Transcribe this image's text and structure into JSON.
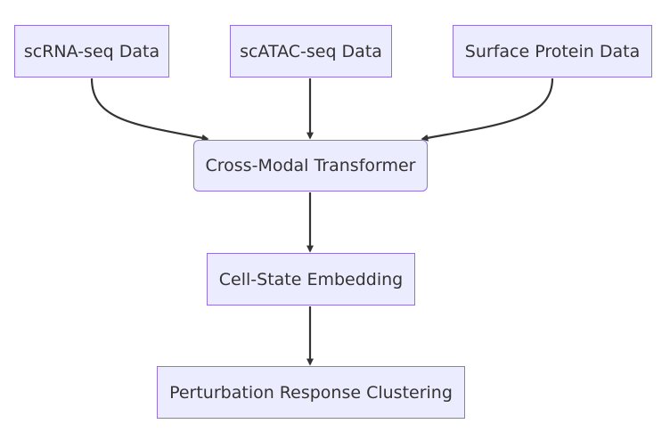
{
  "nodes": {
    "scrna": "scRNA-seq Data",
    "scatac": "scATAC-seq Data",
    "surface": "Surface Protein Data",
    "cross_modal": "Cross-Modal Transformer",
    "cell_state": "Cell-State Embedding",
    "perturbation": "Perturbation Response Clustering"
  },
  "edges": [
    {
      "from": "scrna",
      "to": "cross_modal"
    },
    {
      "from": "scatac",
      "to": "cross_modal"
    },
    {
      "from": "surface",
      "to": "cross_modal"
    },
    {
      "from": "cross_modal",
      "to": "cell_state"
    },
    {
      "from": "cell_state",
      "to": "perturbation"
    }
  ],
  "colors": {
    "node_fill": "#ececff",
    "node_border": "#9370db",
    "edge": "#333333",
    "text": "#333333"
  }
}
